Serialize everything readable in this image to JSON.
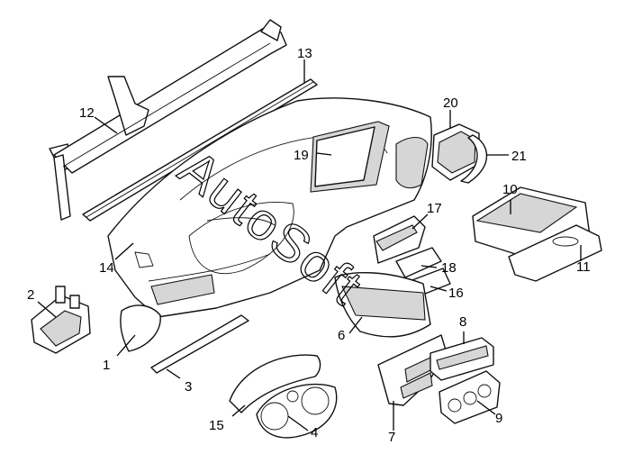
{
  "diagram": {
    "callouts": [
      {
        "id": "1",
        "label": "1"
      },
      {
        "id": "2",
        "label": "2"
      },
      {
        "id": "3",
        "label": "3"
      },
      {
        "id": "4",
        "label": "4"
      },
      {
        "id": "6",
        "label": "6"
      },
      {
        "id": "7",
        "label": "7"
      },
      {
        "id": "8",
        "label": "8"
      },
      {
        "id": "9",
        "label": "9"
      },
      {
        "id": "10",
        "label": "10"
      },
      {
        "id": "11",
        "label": "11"
      },
      {
        "id": "12",
        "label": "12"
      },
      {
        "id": "13",
        "label": "13"
      },
      {
        "id": "14",
        "label": "14"
      },
      {
        "id": "15",
        "label": "15"
      },
      {
        "id": "16",
        "label": "16"
      },
      {
        "id": "17",
        "label": "17"
      },
      {
        "id": "18",
        "label": "18"
      },
      {
        "id": "19",
        "label": "19"
      },
      {
        "id": "20",
        "label": "20"
      },
      {
        "id": "21",
        "label": "21"
      }
    ],
    "watermark": "AutoSoft"
  }
}
